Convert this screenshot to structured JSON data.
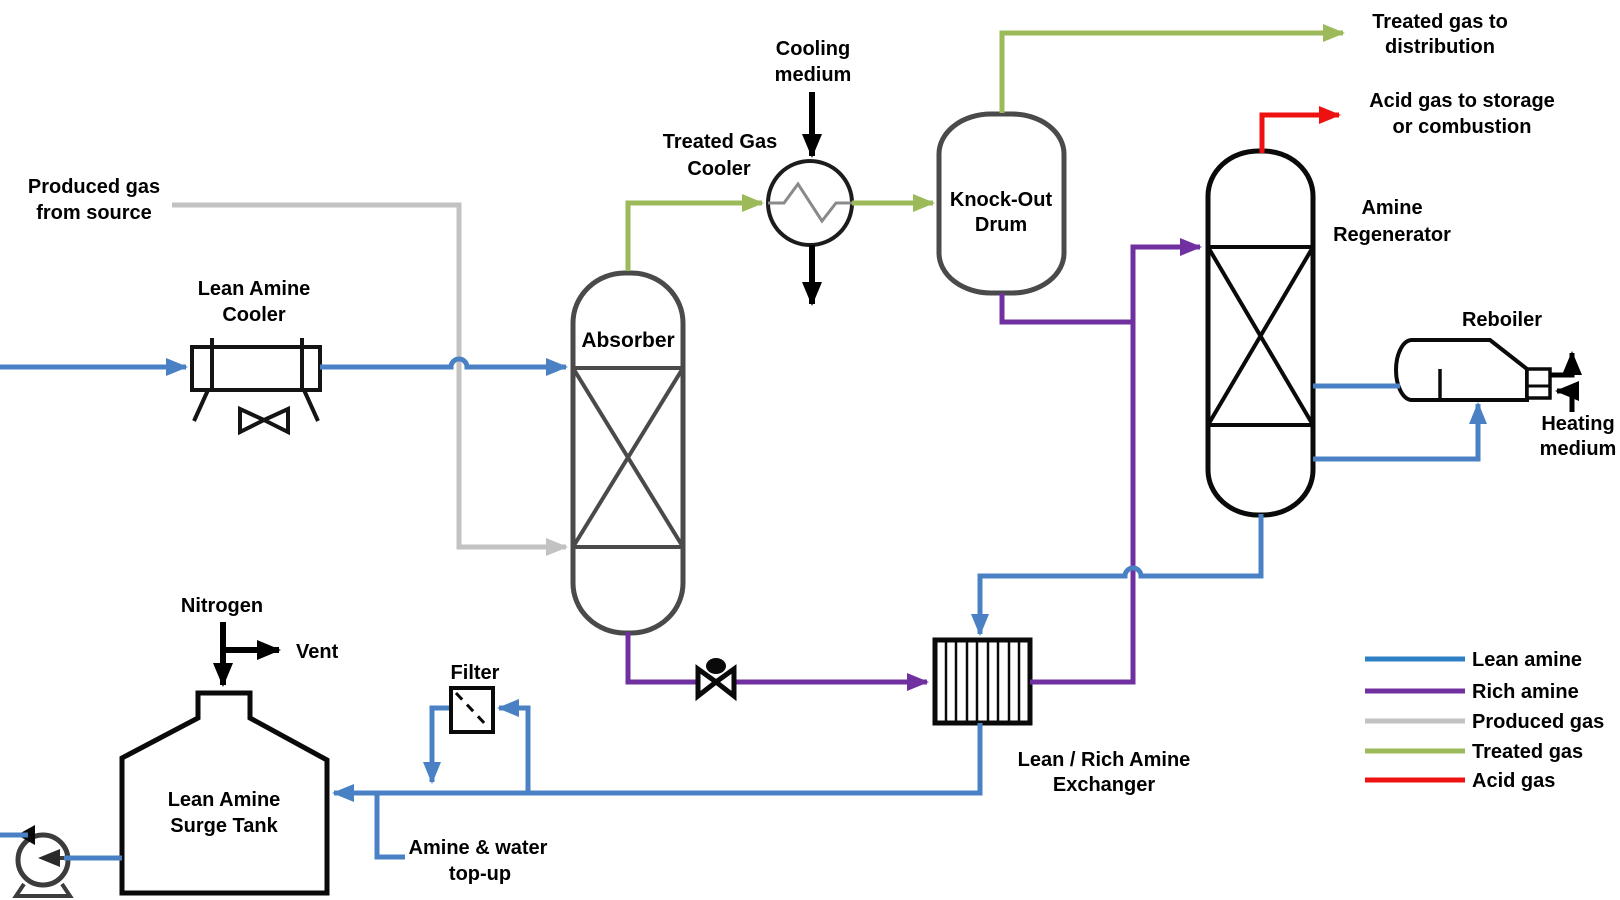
{
  "colors": {
    "lean_amine": "#4a81c4",
    "rich_amine": "#7030a0",
    "produced_gas": "#c2c2c2",
    "treated_gas": "#9cba5a",
    "acid_gas": "#ee1111",
    "utility": "#000000"
  },
  "labels": {
    "produced_gas": {
      "l1": "Produced gas",
      "l2": "from source"
    },
    "lean_amine_cooler": {
      "l1": "Lean Amine",
      "l2": "Cooler"
    },
    "absorber": "Absorber",
    "treated_gas_cooler": {
      "l1": "Treated Gas",
      "l2": "Cooler"
    },
    "cooling_medium": {
      "l1": "Cooling",
      "l2": "medium"
    },
    "knock_out_drum": {
      "l1": "Knock-Out",
      "l2": "Drum"
    },
    "treated_gas_out": {
      "l1": "Treated gas to",
      "l2": "distribution"
    },
    "acid_gas_out": {
      "l1": "Acid gas to storage",
      "l2": "or combustion"
    },
    "amine_regenerator": {
      "l1": "Amine",
      "l2": "Regenerator"
    },
    "reboiler": "Reboiler",
    "heating_medium": {
      "l1": "Heating",
      "l2": "medium"
    },
    "lean_rich_exchanger": {
      "l1": "Lean / Rich Amine",
      "l2": "Exchanger"
    },
    "filter": "Filter",
    "nitrogen": "Nitrogen",
    "vent": "Vent",
    "surge_tank": {
      "l1": "Lean Amine",
      "l2": "Surge Tank"
    },
    "amine_water_topup": {
      "l1": "Amine & water",
      "l2": "top-up"
    }
  },
  "legend": {
    "items": [
      {
        "label": "Lean amine",
        "color": "#2e7fc3"
      },
      {
        "label": "Rich amine",
        "color": "#7030a0"
      },
      {
        "label": "Produced gas",
        "color": "#c2c2c2"
      },
      {
        "label": "Treated gas",
        "color": "#9cba5a"
      },
      {
        "label": "Acid gas",
        "color": "#ee1111"
      }
    ]
  }
}
